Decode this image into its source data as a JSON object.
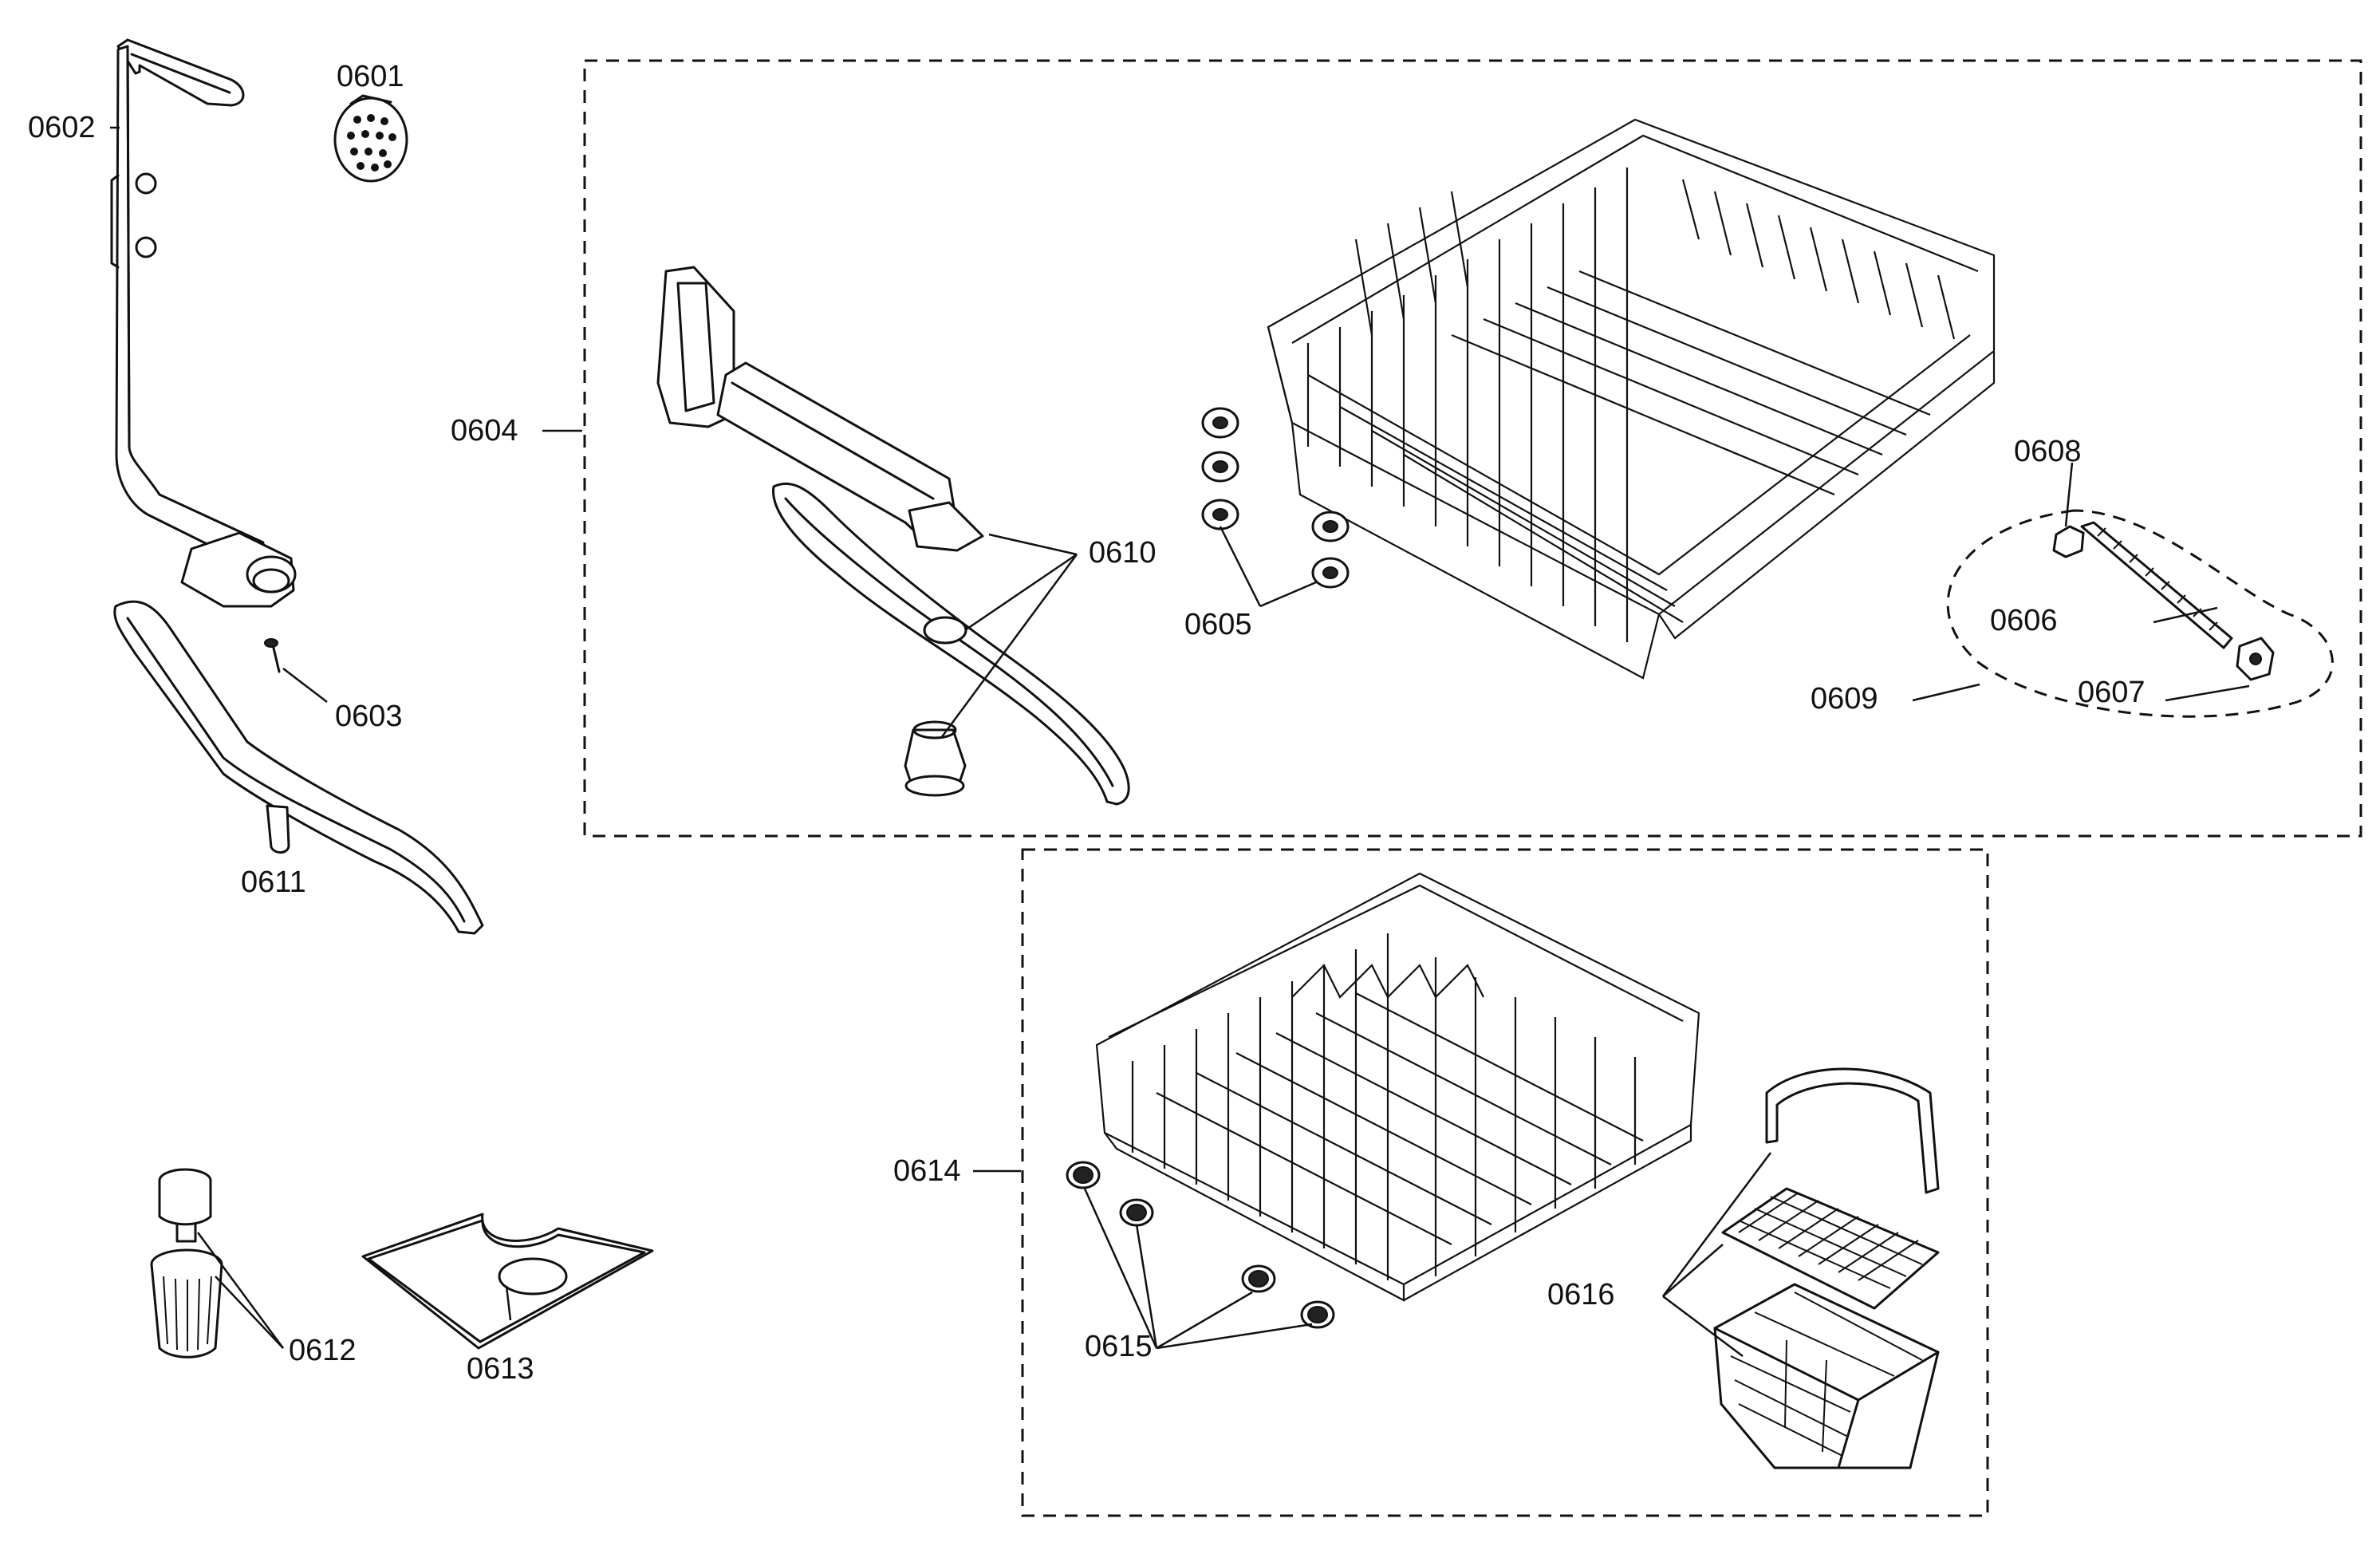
{
  "labels": {
    "p0601": "0601",
    "p0602": "0602",
    "p0603": "0603",
    "p0604": "0604",
    "p0605": "0605",
    "p0606": "0606",
    "p0607": "0607",
    "p0608": "0608",
    "p0609": "0609",
    "p0610": "0610",
    "p0611": "0611",
    "p0612": "0612",
    "p0613": "0613",
    "p0614": "0614",
    "p0615": "0615",
    "p0616": "0616"
  }
}
